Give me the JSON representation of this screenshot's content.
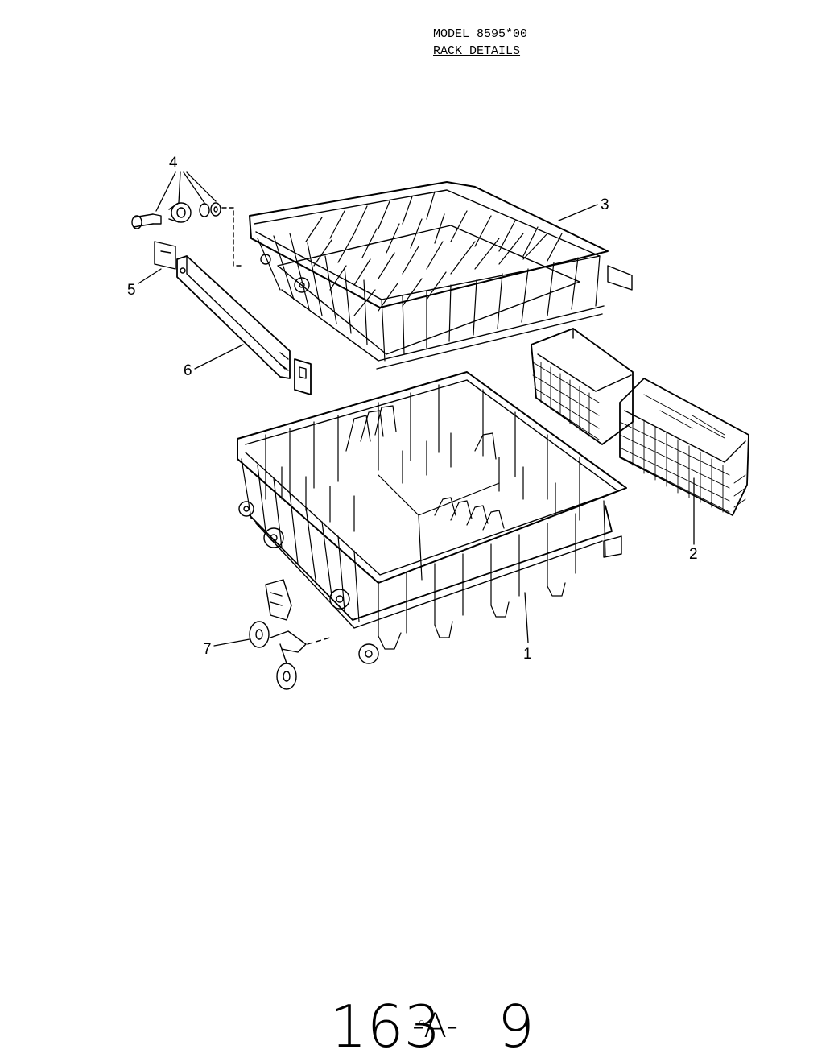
{
  "header": {
    "model": "MODEL 8595*00",
    "subtitle": "RACK DETAILS"
  },
  "callouts": [
    "1",
    "2",
    "3",
    "4",
    "5",
    "6",
    "7"
  ],
  "handwritten_code": {
    "part1": "163",
    "part2": "-A-",
    "part3": "9",
    "small_mark": "9"
  },
  "colors": {
    "ink": "#000000",
    "paper": "#ffffff"
  }
}
